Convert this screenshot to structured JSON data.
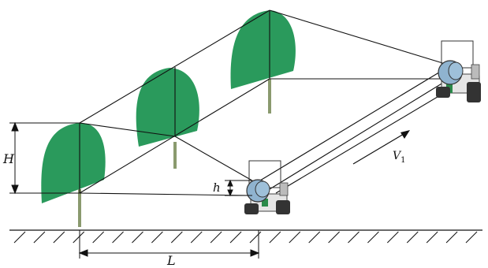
{
  "labels": {
    "H": "H",
    "h": "h",
    "L": "L",
    "V": "V",
    "V_sub": "1"
  },
  "colors": {
    "canopy": "#2a9a5c",
    "trunk": "#8a9a6e",
    "lines": "#111111",
    "tank": "#8fb3cf",
    "vehicle": "#d9d9d9"
  },
  "elements": {
    "trees": 3,
    "sprayers": 2,
    "ground_hatches": 24
  }
}
